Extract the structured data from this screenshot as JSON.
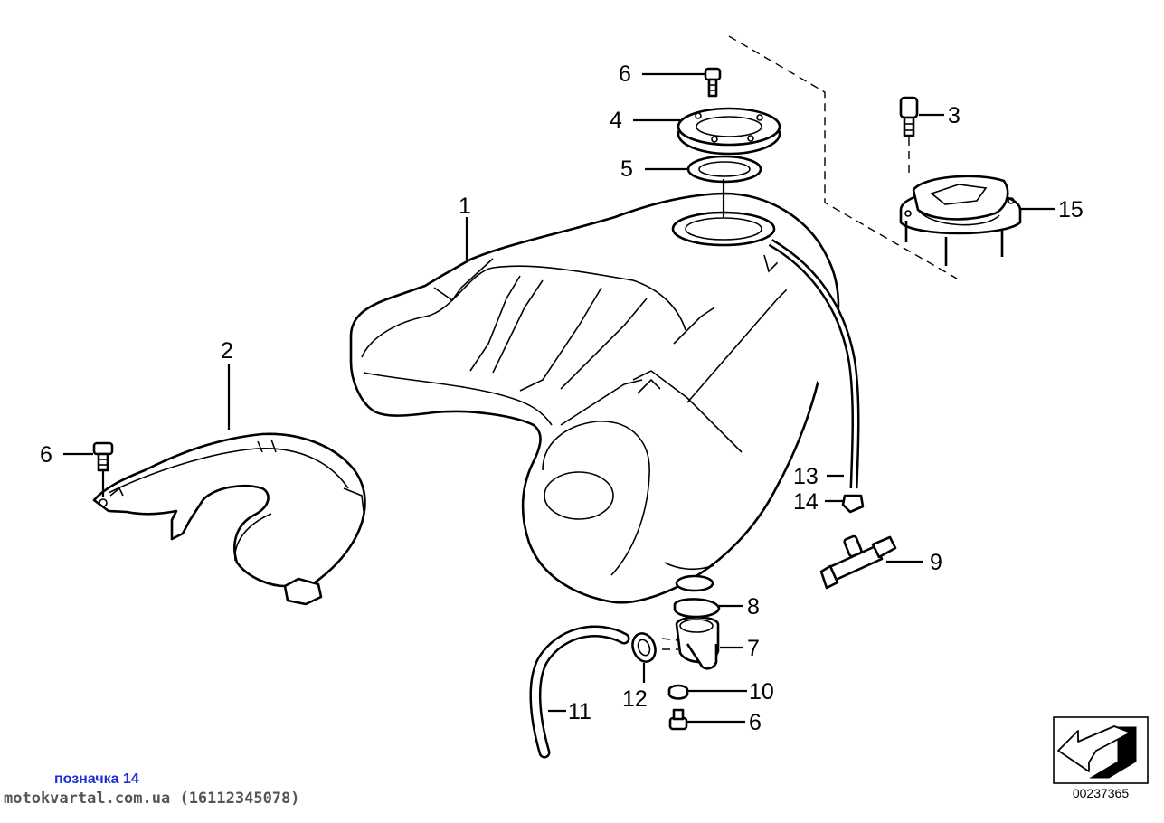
{
  "callouts": {
    "c1": "1",
    "c2": "2",
    "c3": "3",
    "c4": "4",
    "c5": "5",
    "c6_top": "6",
    "c6_left": "6",
    "c6_bottom": "6",
    "c7": "7",
    "c8": "8",
    "c9": "9",
    "c10": "10",
    "c11": "11",
    "c12": "12",
    "c13": "13",
    "c14": "14",
    "c15": "15"
  },
  "footer": {
    "diagram_code": "00237365",
    "mark": "позначка 14",
    "site": "motokvartal.com.ua (16112345078)"
  },
  "icons": [
    "arrow-direction-icon"
  ],
  "colors": {
    "line": "#000000",
    "mark_text": "#1a2fd6",
    "site_text": "#555555"
  }
}
